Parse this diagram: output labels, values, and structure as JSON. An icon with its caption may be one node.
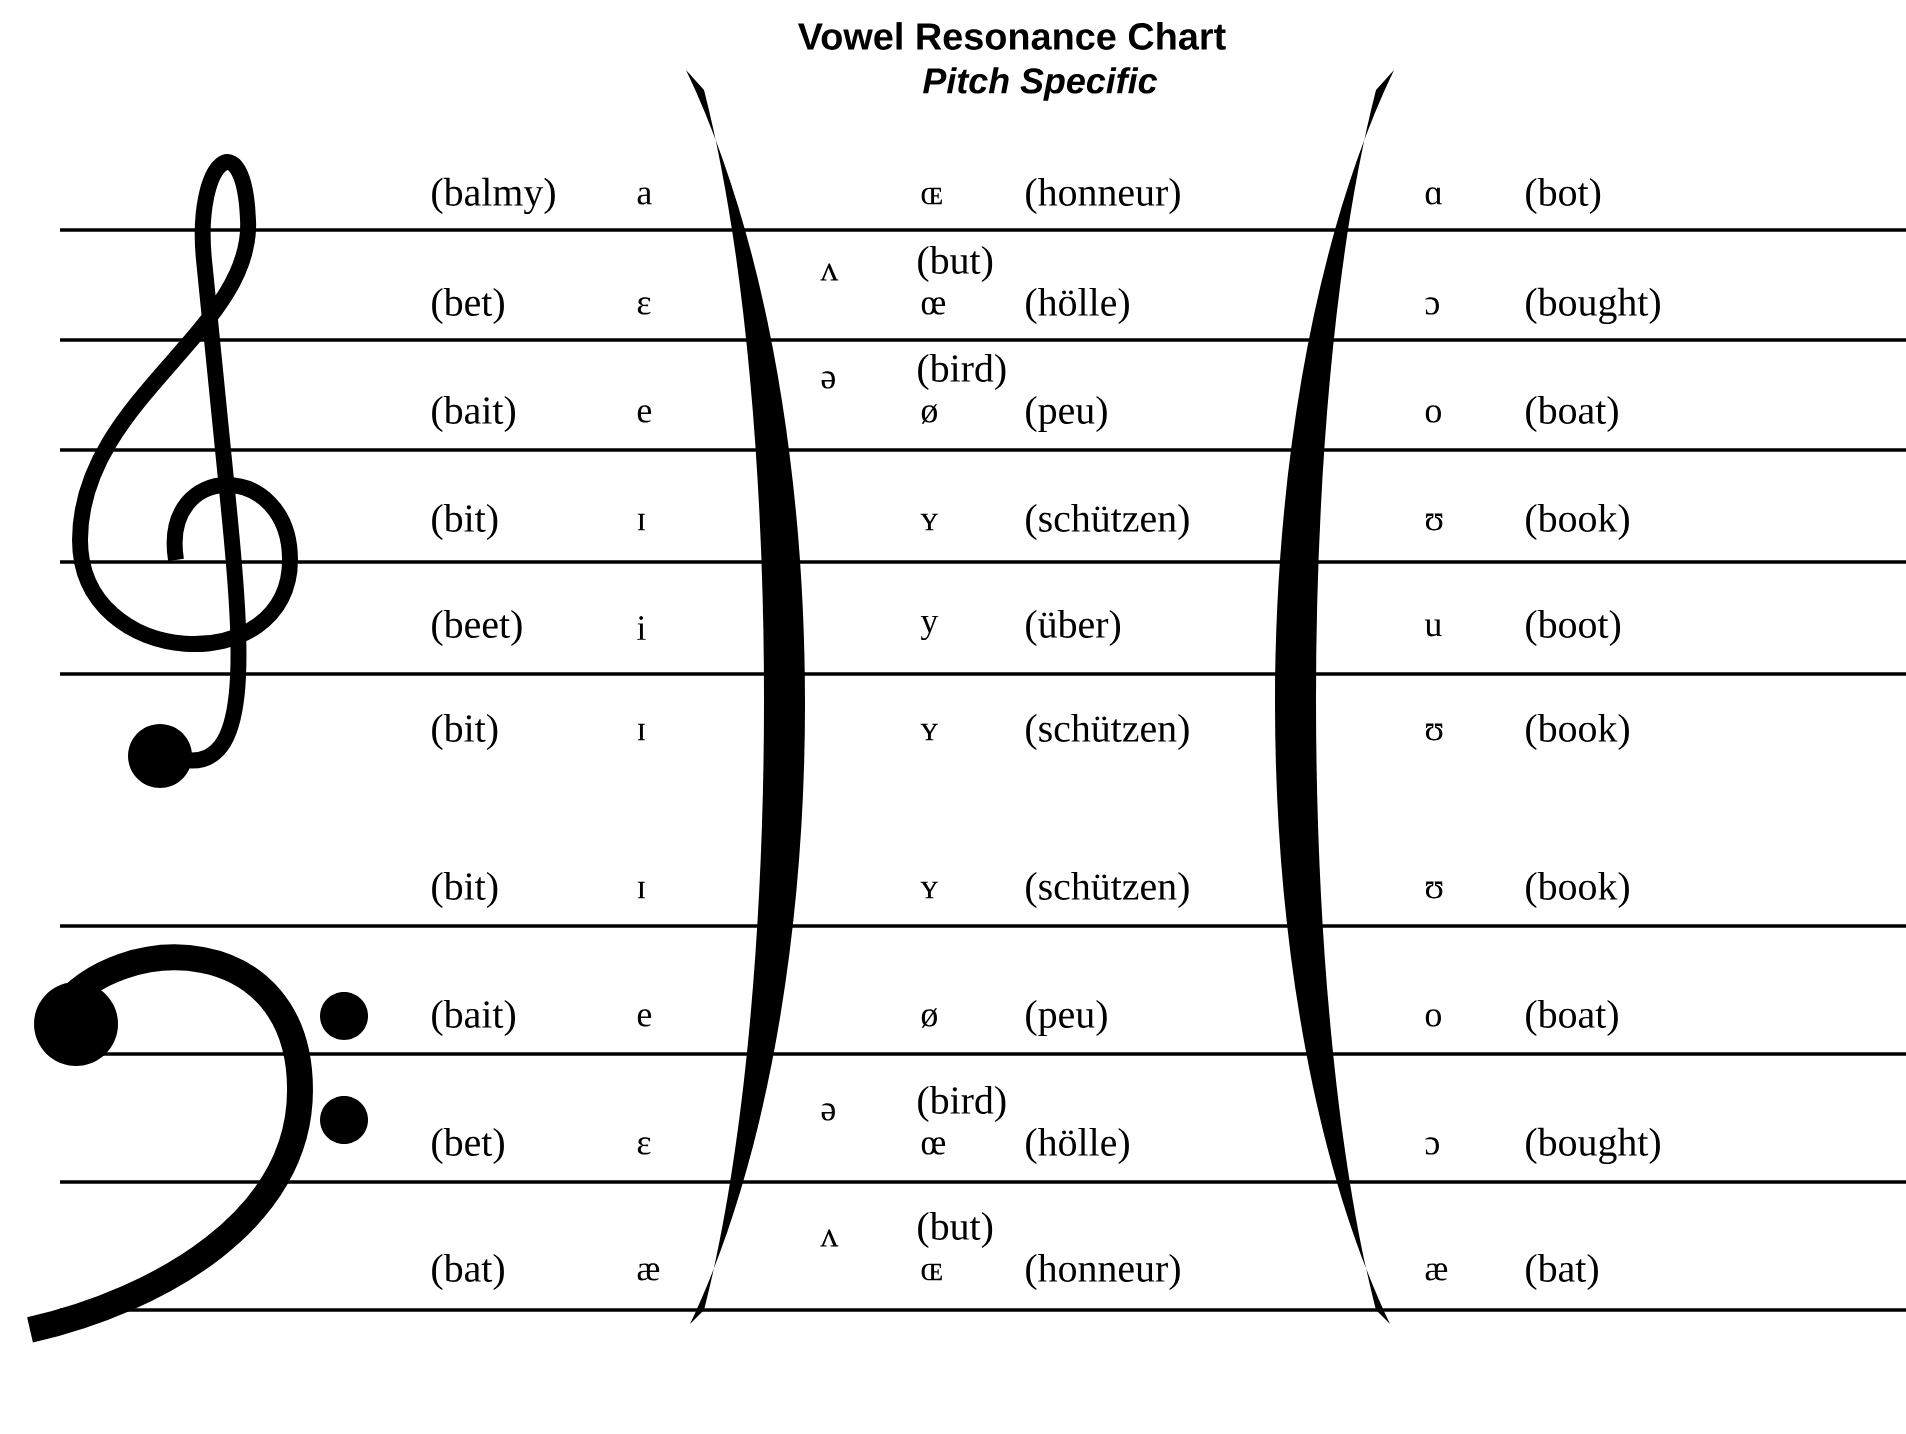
{
  "diagram": {
    "title": "Vowel Resonance Chart",
    "labels": [
      "Pitch Specific",
      "(balmy)",
      "a",
      "ɶ",
      "(honneur)",
      "ɑ",
      "(bot)",
      "(bet)",
      "ɛ",
      "ʌ",
      "(but)",
      "œ",
      "(hölle)",
      "ɔ",
      "(bought)",
      "(bait)",
      "e",
      "ə",
      "(bird)",
      "ø",
      "(peu)",
      "o",
      "(boat)",
      "(bit)",
      "ɪ",
      "ʏ",
      "(schützen)",
      "ʊ",
      "(book)",
      "(beet)",
      "i",
      "y",
      "(über)",
      "u",
      "(boot)",
      "(bit)",
      "ɪ",
      "ʏ",
      "(schützen)",
      "ʊ",
      "(book)",
      "(bit)",
      "ɪ",
      "ʏ",
      "(schützen)",
      "ʊ",
      "(book)",
      "(bait)",
      "e",
      "ø",
      "(peu)",
      "o",
      "(boat)",
      "(bet)",
      "ɛ",
      "ə",
      "(bird)",
      "œ",
      "(hölle)",
      "ɔ",
      "(bought)",
      "(bat)",
      "æ",
      "ʌ",
      "(but)",
      "ɶ",
      "(honneur)",
      "æ",
      "(bat)"
    ]
  }
}
